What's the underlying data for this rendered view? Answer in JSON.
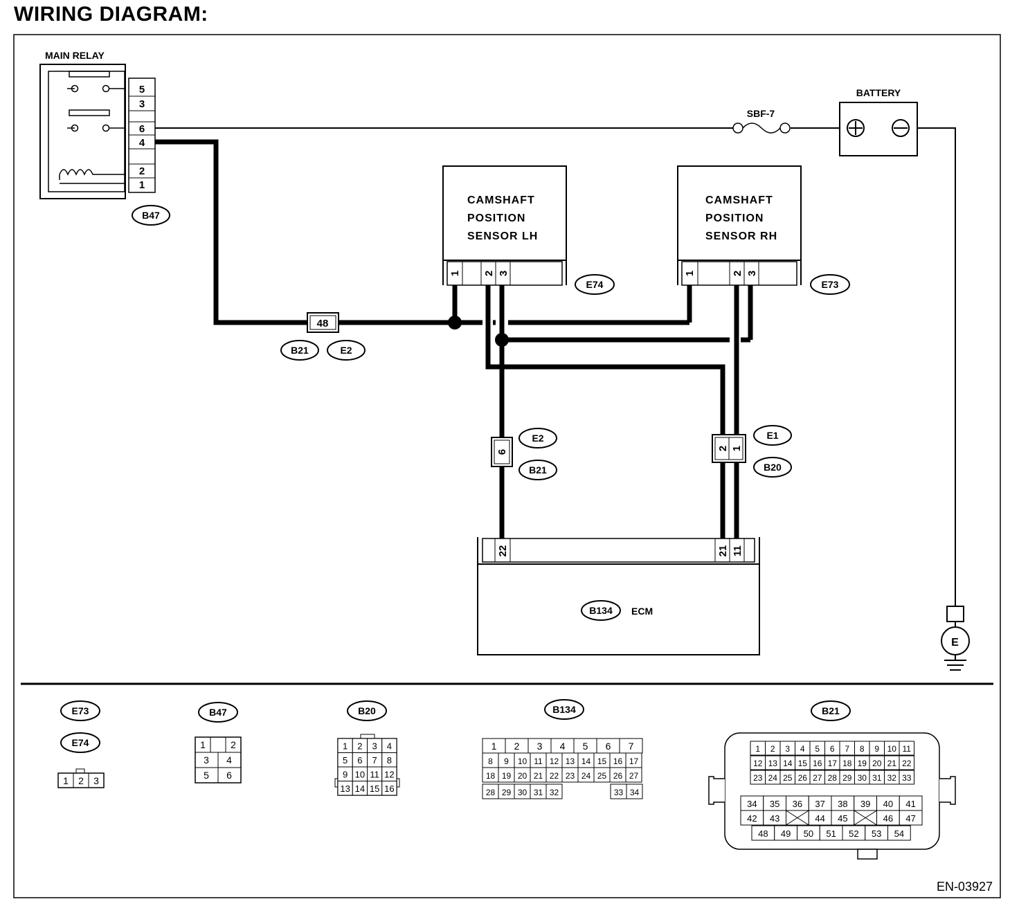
{
  "title": "WIRING DIAGRAM:",
  "drawing_code": "EN-03927",
  "components": {
    "main_relay": {
      "label": "MAIN RELAY",
      "connector": "B47",
      "pins": [
        "5",
        "3",
        "6",
        "4",
        "2",
        "1"
      ]
    },
    "battery": {
      "label": "BATTERY"
    },
    "fuse": {
      "label": "SBF-7"
    },
    "sensor_lh": {
      "line1": "CAMSHAFT",
      "line2": "POSITION",
      "line3": "SENSOR LH",
      "connector": "E74",
      "pins": [
        "1",
        "2",
        "3"
      ]
    },
    "sensor_rh": {
      "line1": "CAMSHAFT",
      "line2": "POSITION",
      "line3": "SENSOR RH",
      "connector": "E73",
      "pins": [
        "1",
        "2",
        "3"
      ]
    },
    "ecm": {
      "label": "ECM",
      "connector": "B134",
      "pins": [
        "22",
        "21",
        "11"
      ]
    },
    "ground": {
      "label": "E"
    }
  },
  "junctions": {
    "j48": {
      "pin": "48",
      "tags": [
        "B21",
        "E2"
      ]
    },
    "j6": {
      "pin": "6",
      "tags": [
        "E2",
        "B21"
      ]
    },
    "j12": {
      "pins": [
        "2",
        "1"
      ],
      "tags": [
        "E1",
        "B20"
      ]
    }
  },
  "connector_views": {
    "e73_e74": {
      "tags": [
        "E73",
        "E74"
      ],
      "cells": [
        "1",
        "2",
        "3"
      ]
    },
    "b47": {
      "tag": "B47",
      "rows": [
        [
          "1",
          "2"
        ],
        [
          "3",
          "4"
        ],
        [
          "5",
          "6"
        ]
      ]
    },
    "b20": {
      "tag": "B20",
      "rows": [
        [
          "1",
          "2",
          "3",
          "4"
        ],
        [
          "5",
          "6",
          "7",
          "8"
        ],
        [
          "9",
          "10",
          "11",
          "12"
        ],
        [
          "13",
          "14",
          "15",
          "16"
        ]
      ]
    },
    "b134": {
      "tag": "B134",
      "row1": [
        "1",
        "2",
        "3",
        "4",
        "5",
        "6",
        "7"
      ],
      "row2": [
        "8",
        "9",
        "10",
        "11",
        "12",
        "13",
        "14",
        "15",
        "16",
        "17"
      ],
      "row3": [
        "18",
        "19",
        "20",
        "21",
        "22",
        "23",
        "24",
        "25",
        "26",
        "27"
      ],
      "row4": [
        "28",
        "29",
        "30",
        "31",
        "32",
        "33",
        "34"
      ]
    },
    "b21": {
      "tag": "B21",
      "row1": [
        "1",
        "2",
        "3",
        "4",
        "5",
        "6",
        "7",
        "8",
        "9",
        "10",
        "11"
      ],
      "row2": [
        "12",
        "13",
        "14",
        "15",
        "16",
        "17",
        "18",
        "19",
        "20",
        "21",
        "22"
      ],
      "row3": [
        "23",
        "24",
        "25",
        "26",
        "27",
        "28",
        "29",
        "30",
        "31",
        "32",
        "33"
      ],
      "row4": [
        "34",
        "35",
        "36",
        "37",
        "38",
        "39",
        "40",
        "41"
      ],
      "row5": [
        "42",
        "43",
        "",
        "44",
        "45",
        "",
        "46",
        "47"
      ],
      "row6": [
        "48",
        "49",
        "50",
        "51",
        "52",
        "53",
        "54"
      ]
    }
  }
}
